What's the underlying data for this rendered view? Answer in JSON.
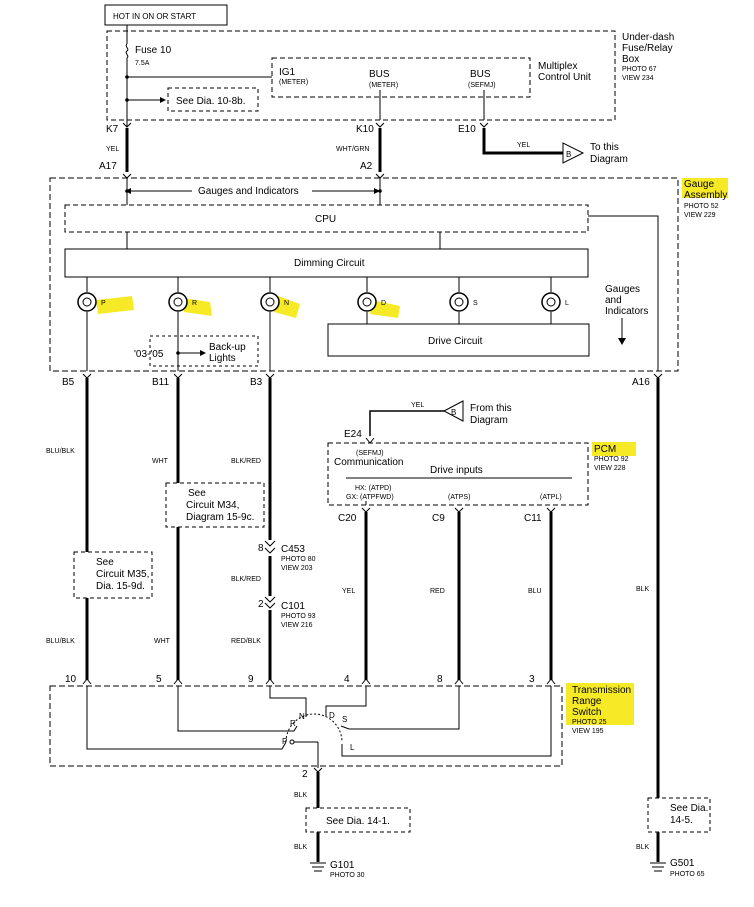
{
  "header": {
    "hot_label": "HOT IN ON OR START"
  },
  "fuse_box": {
    "title_lines": [
      "Under-dash",
      "Fuse/Relay",
      "Box"
    ],
    "photo": "PHOTO 67",
    "view": "VIEW 234",
    "fuse_name": "Fuse 10",
    "fuse_rating": "7.5A",
    "see_dia": "See Dia. 10-8b.",
    "connectors": [
      "K7",
      "K10",
      "E10"
    ]
  },
  "mcu": {
    "title_lines": [
      "Multiplex",
      "Control Unit"
    ],
    "ig1": "IG1",
    "ig1_sub": "(METER)",
    "bus1": "BUS",
    "bus1_sub": "(METER)",
    "bus2": "BUS",
    "bus2_sub": "(SEFMJ)"
  },
  "to_diagram": {
    "wire": "YEL",
    "letter": "B",
    "lines": [
      "To this",
      "Diagram"
    ]
  },
  "wires_upper": {
    "k7": "YEL",
    "k10": "WHT/GRN"
  },
  "gauge": {
    "title_lines": [
      "Gauge",
      "Assembly"
    ],
    "photo": "PHOTO 52",
    "view": "VIEW 229",
    "pins_top": [
      "A17",
      "A2"
    ],
    "gauges_label": "Gauges and Indicators",
    "cpu": "CPU",
    "dimming": "Dimming Circuit",
    "indicators": [
      "P",
      "R",
      "N",
      "D",
      "S",
      "L"
    ],
    "side_lines": [
      "Gauges",
      "and",
      "Indicators"
    ],
    "year": "'03-'05",
    "backup_lines": [
      "Back-up",
      "Lights"
    ],
    "drive": "Drive Circuit",
    "pins_bottom": [
      "B5",
      "B11",
      "B3",
      "A16"
    ]
  },
  "from_diagram": {
    "wire": "YEL",
    "letter": "B",
    "lines": [
      "From this",
      "Diagram"
    ]
  },
  "pcm": {
    "title": "PCM",
    "photo": "PHOTO 92",
    "view": "VIEW 228",
    "e24": "E24",
    "sefmj": "(SEFMJ)",
    "comm": "Communication",
    "drive_inputs": "Drive inputs",
    "hx": "HX: (ATPD)",
    "gx": "GX: (ATPFWD)",
    "atps": "(ATPS)",
    "atpl": "(ATPL)",
    "pins": [
      "C20",
      "C9",
      "C11"
    ]
  },
  "wires": {
    "b5_top": "BLU/BLK",
    "b11_top": "WHT",
    "b3_top": "BLK/RED",
    "c453_to_c101": "BLK/RED",
    "c20": "YEL",
    "c9": "RED",
    "c11": "BLU",
    "a16": "BLK",
    "b5_bottom": "BLU/BLK",
    "b11_bottom": "WHT",
    "b3_bottom": "RED/BLK",
    "ground_top": "BLK",
    "ground_bottom": "BLK",
    "g501": "BLK"
  },
  "notes": {
    "m34_lines": [
      "See",
      "Circuit M34,",
      "Diagram 15-9c."
    ],
    "m35_lines": [
      "See",
      "Circuit M35,",
      "Dia. 15-9d."
    ],
    "dia14_1": "See Dia. 14-1.",
    "dia14_5_lines": [
      "See Dia.",
      "14-5."
    ]
  },
  "c453": {
    "pin": "8",
    "name": "C453",
    "photo": "PHOTO 80",
    "view": "VIEW 203"
  },
  "c101": {
    "pin": "2",
    "name": "C101",
    "photo": "PHOTO 93",
    "view": "VIEW 216"
  },
  "trs": {
    "title_lines": [
      "Transmission",
      "Range",
      "Switch"
    ],
    "photo": "PHOTO 25",
    "view": "VIEW 195",
    "pins": [
      "10",
      "5",
      "9",
      "4",
      "8",
      "3"
    ],
    "positions": [
      "R",
      "N",
      "D",
      "S",
      "P",
      "L"
    ],
    "ground_pin": "2"
  },
  "grounds": {
    "g101": "G101",
    "g101_photo": "PHOTO 30",
    "g501": "G501",
    "g501_photo": "PHOTO 65"
  },
  "colors": {
    "line": "#000000",
    "highlight": "#f5e600"
  }
}
